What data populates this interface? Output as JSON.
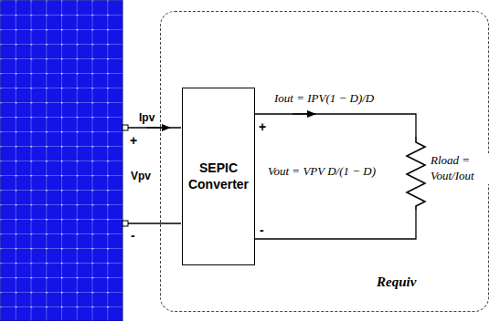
{
  "diagram": {
    "nodes": [
      {
        "text": [
          "Requiv"
        ]
      },
      {
        "text": [
          "SEPIC Converter"
        ],
        "in": 0
      }
    ],
    "labels": [
      "Ipv",
      "+",
      "Vpv",
      "-",
      "Iout = IPV(1 − D)/D",
      "+",
      "Vout = VPV D/(1 − D)",
      "-",
      "Rload = Vout/Iout"
    ]
  }
}
